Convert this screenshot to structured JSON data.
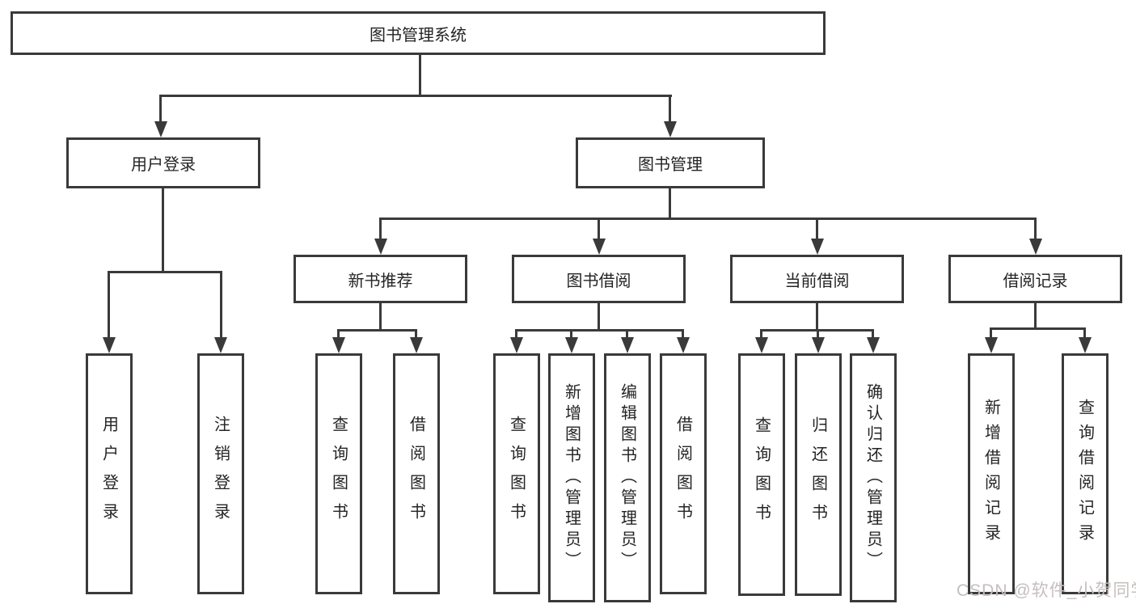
{
  "diagram": {
    "root": {
      "label": "图书管理系统"
    },
    "level2": [
      {
        "label": "用户登录"
      },
      {
        "label": "图书管理"
      }
    ],
    "level3": [
      {
        "label": "新书推荐"
      },
      {
        "label": "图书借阅"
      },
      {
        "label": "当前借阅"
      },
      {
        "label": "借阅记录"
      }
    ],
    "leaves": [
      {
        "label": "用户登录"
      },
      {
        "label": "注销登录"
      },
      {
        "label": "查询图书"
      },
      {
        "label": "借阅图书"
      },
      {
        "label": "查询图书"
      },
      {
        "label": "新增图书（管理员）"
      },
      {
        "label": "编辑图书（管理员）"
      },
      {
        "label": "借阅图书"
      },
      {
        "label": "查询图书"
      },
      {
        "label": "归还图书"
      },
      {
        "label": "确认归还（管理员）"
      },
      {
        "label": "新增借阅记录"
      },
      {
        "label": "查询借阅记录"
      }
    ],
    "colors": {
      "line": "#3a3a3a",
      "text": "#242424",
      "watermark": "#c6bebe",
      "background": "#ffffff"
    }
  },
  "watermark": {
    "text": "CSDN @软件_小贺同学"
  }
}
